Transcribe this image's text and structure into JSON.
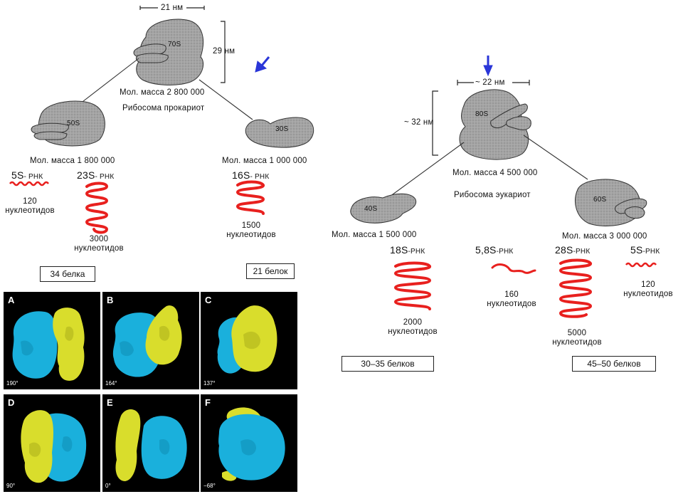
{
  "prokaryote": {
    "width": "21 нм",
    "height": "29 нм",
    "ribosome": "70S",
    "mass": "Мол. масса 2 800 000",
    "caption": "Рибосома прокариот",
    "large_subunit": "50S",
    "large_mass": "Мол. масса 1 800 000",
    "small_subunit": "30S",
    "small_mass": "Мол. масса  1 000 000",
    "rna_5s": {
      "name": "5S",
      "suffix": "- РНК",
      "count": "120",
      "unit": "нуклеотидов"
    },
    "rna_23s": {
      "name": "23S",
      "suffix": "- РНК",
      "count": "3000",
      "unit": "нуклеотидов"
    },
    "rna_16s": {
      "name": "16S",
      "suffix": "- РНК",
      "count": "1500",
      "unit": "нуклеотидов"
    },
    "large_proteins": "34 белка",
    "small_proteins": "21 белок"
  },
  "eukaryote": {
    "width": "~ 22 нм",
    "height": "~ 32 нм",
    "ribosome": "80S",
    "mass": "Мол.  масса   4 500 000",
    "caption": "Рибосома эукариот",
    "small_subunit": "40S",
    "small_mass": "Мол. масса 1 500 000",
    "large_subunit": "60S",
    "large_mass": "Мол. масса 3 000 000",
    "rna_18s": {
      "name": "18S",
      "suffix": "-РНК",
      "count": "2000",
      "unit": "нуклеотидов"
    },
    "rna_58s": {
      "name": "5,8S",
      "suffix": "-РНК",
      "count": "160",
      "unit": "нуклеотидов"
    },
    "rna_28s": {
      "name": "28S",
      "suffix": "-РНК",
      "count": "5000",
      "unit": "нуклеотидов"
    },
    "rna_5s": {
      "name": "5S",
      "suffix": "-РНК",
      "count": "120",
      "unit": "нуклеотидов"
    },
    "small_proteins": "30–35 белков",
    "large_proteins": "45–50 белков"
  },
  "panels": [
    {
      "label": "A",
      "angle": "190°"
    },
    {
      "label": "B",
      "angle": "164°"
    },
    {
      "label": "C",
      "angle": "137°"
    },
    {
      "label": "D",
      "angle": "90°"
    },
    {
      "label": "E",
      "angle": "0°"
    },
    {
      "label": "F",
      "angle": "−68°"
    }
  ],
  "colors": {
    "rna": "#e8201e",
    "subunit_blue": "#1ab0dc",
    "subunit_yellow": "#d9dd2c",
    "arrow": "#2a36d8",
    "ribosome_fill": "#9a9a9a"
  }
}
